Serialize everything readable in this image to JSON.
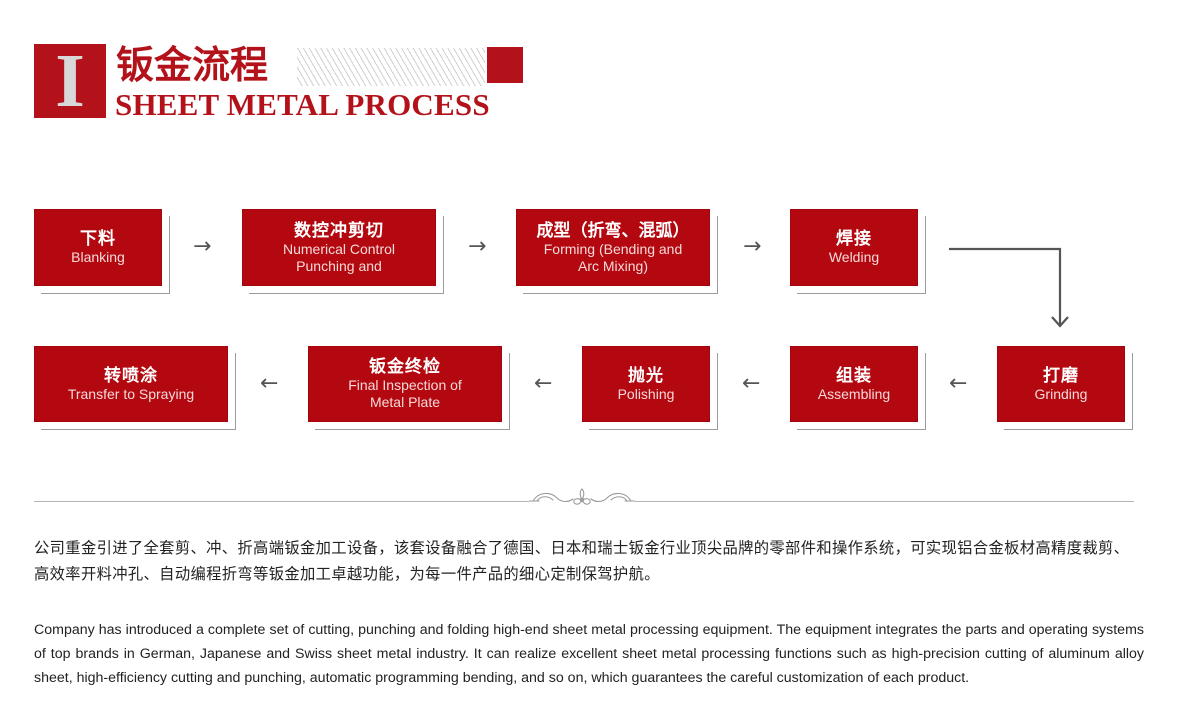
{
  "header": {
    "numeral": "I",
    "title_cn": "钣金流程",
    "title_en": "SHEET METAL PROCESS"
  },
  "colors": {
    "brand_red": "#b3121a",
    "box_red": "#b3080f",
    "arrow_gray": "#555555",
    "text": "#222222"
  },
  "process": {
    "steps": [
      {
        "cn": "下料",
        "en": "Blanking"
      },
      {
        "cn": "数控冲剪切",
        "en": "Numerical Control Punching and"
      },
      {
        "cn": "成型（折弯、混弧）",
        "en": "Forming (Bending and Arc Mixing)"
      },
      {
        "cn": "焊接",
        "en": "Welding"
      },
      {
        "cn": "打磨",
        "en": "Grinding"
      },
      {
        "cn": "组装",
        "en": "Assembling"
      },
      {
        "cn": "抛光",
        "en": "Polishing"
      },
      {
        "cn": "钣金终检",
        "en": "Final Inspection of Metal Plate"
      },
      {
        "cn": "转喷涂",
        "en": "Transfer to Spraying"
      }
    ],
    "arrows": {
      "right": "→",
      "left": "←"
    }
  },
  "description": {
    "cn": "公司重金引进了全套剪、冲、折高端钣金加工设备，该套设备融合了德国、日本和瑞士钣金行业顶尖品牌的零部件和操作系统，可实现铝合金板材高精度裁剪、高效率开料冲孔、自动编程折弯等钣金加工卓越功能，为每一件产品的细心定制保驾护航。",
    "en": "Company has introduced a complete set of cutting, punching and folding high-end sheet metal processing equipment. The equipment integrates the parts and operating systems of top brands in German, Japanese and Swiss sheet metal industry. It can realize excellent sheet metal processing functions such as high-precision cutting of aluminum alloy sheet, high-efficiency cutting and punching, automatic programming bending, and so on, which guarantees the careful customization of each product."
  }
}
